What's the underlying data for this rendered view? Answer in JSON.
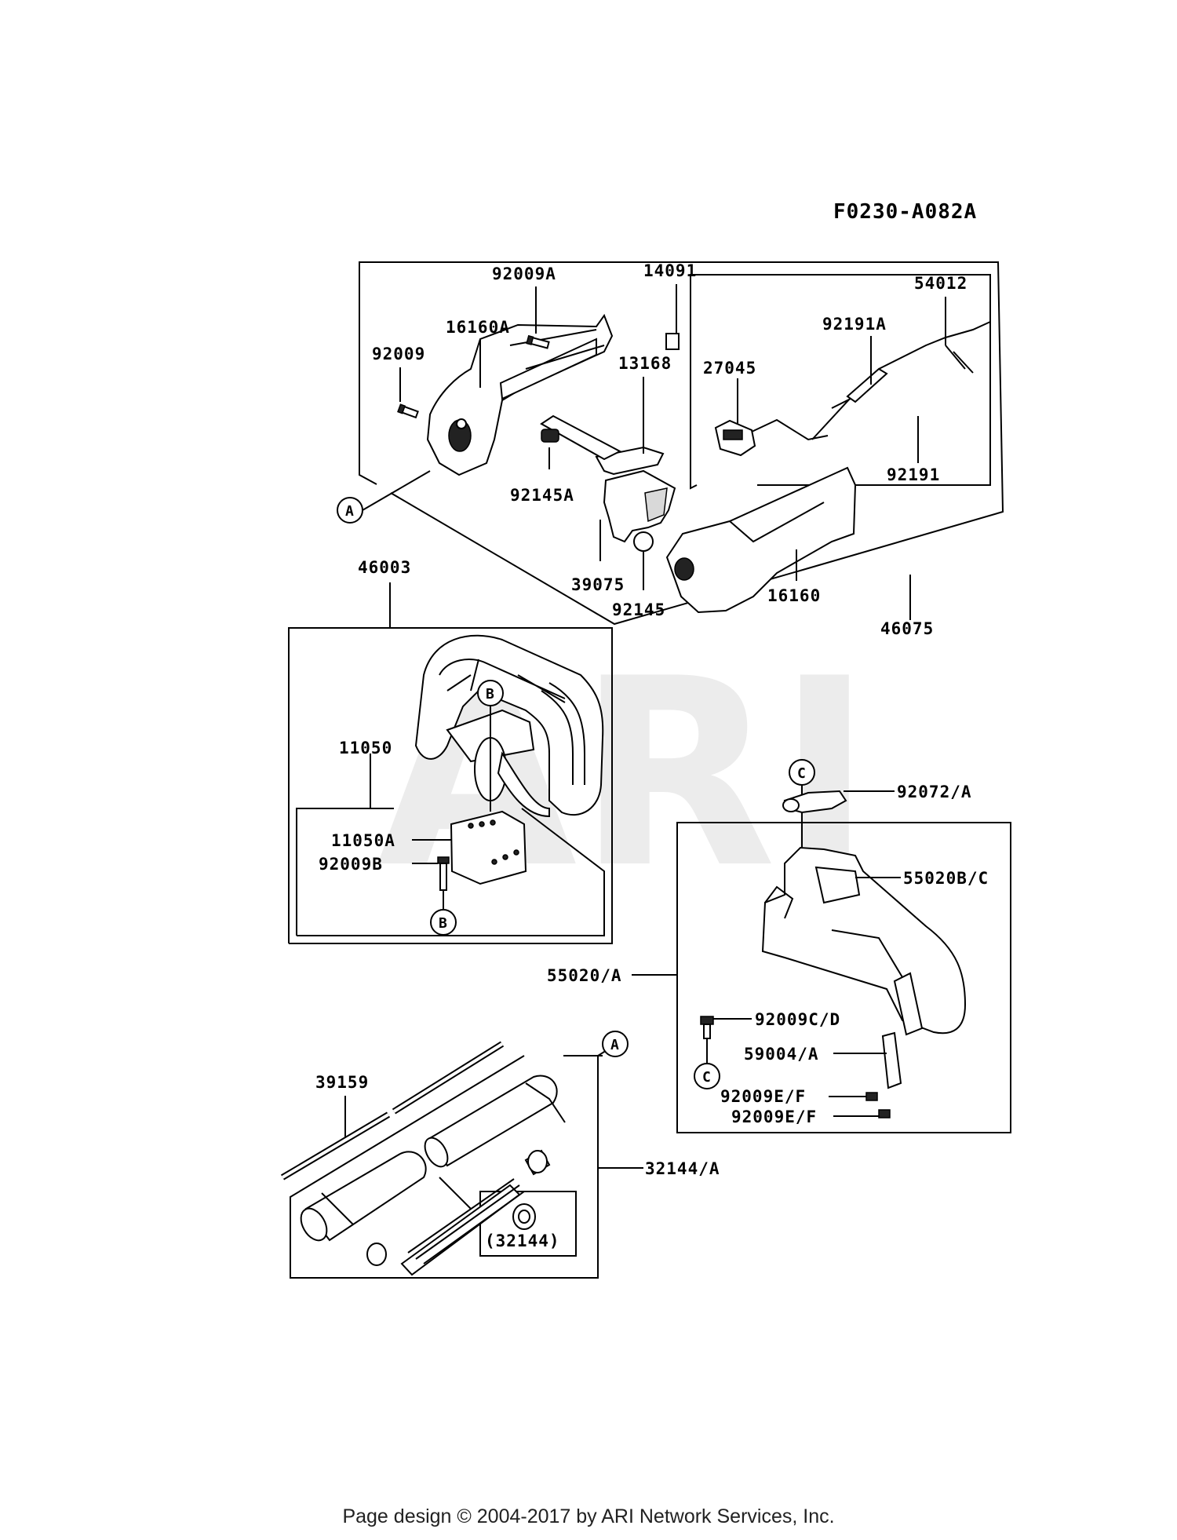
{
  "diagram_ref": "F0230-A082A",
  "watermark": "ARI",
  "footer": "Page design © 2004-2017 by ARI Network Services, Inc.",
  "callouts": {
    "a": "A",
    "b": "B",
    "c": "C"
  },
  "parts": {
    "p92009A": "92009A",
    "p14091": "14091",
    "p54012": "54012",
    "p16160A": "16160A",
    "p92191A": "92191A",
    "p92009": "92009",
    "p13168": "13168",
    "p27045": "27045",
    "p92191": "92191",
    "p92145A": "92145A",
    "p39075": "39075",
    "p16160": "16160",
    "p92145": "92145",
    "p46075": "46075",
    "p46003": "46003",
    "p11050": "11050",
    "p11050A": "11050A",
    "p92009B": "92009B",
    "p92072A": "92072/A",
    "p55020BC": "55020B/C",
    "p55020A": "55020/A",
    "p92009CD": "92009C/D",
    "p59004A": "59004/A",
    "p92009EF1": "92009E/F",
    "p92009EF2": "92009E/F",
    "p39159": "39159",
    "p32144A": "32144/A",
    "p32144": "(32144)"
  }
}
